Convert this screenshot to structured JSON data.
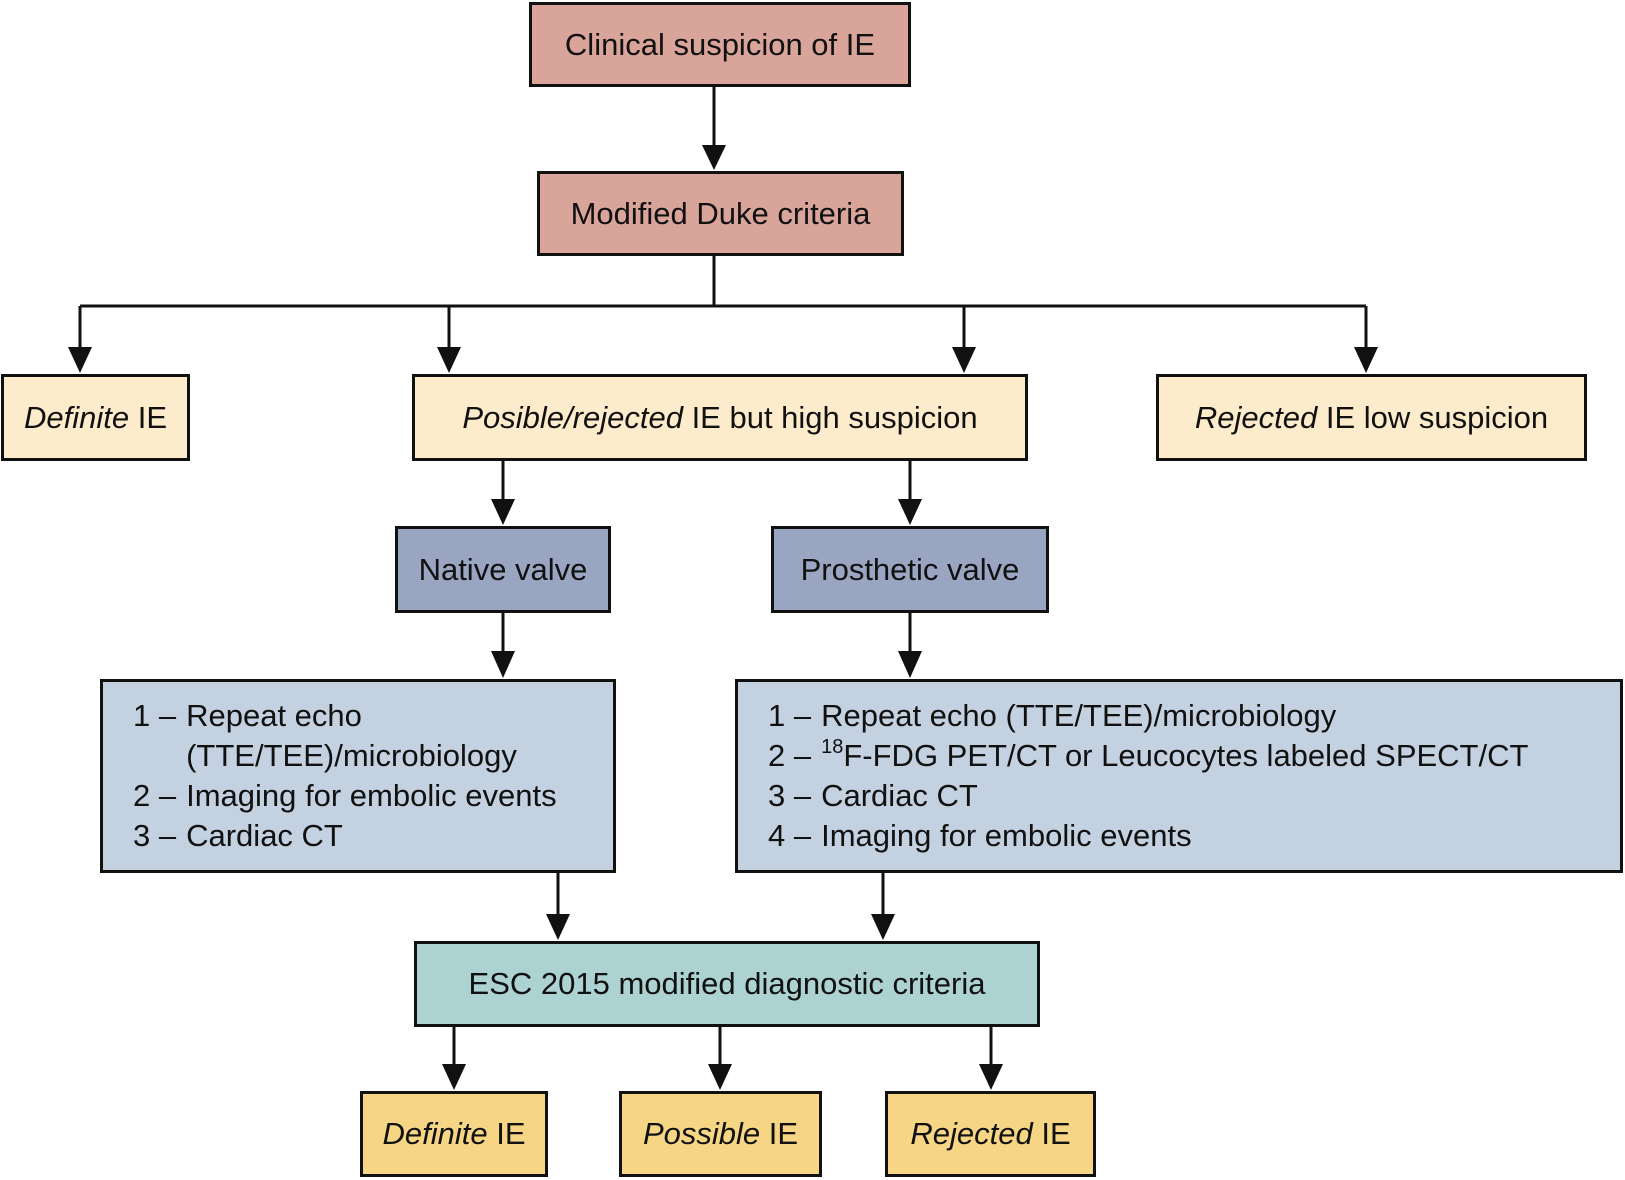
{
  "nodes": {
    "clinical_suspicion": "Clinical suspicion of IE",
    "modified_duke": "Modified Duke criteria",
    "definite_top": {
      "italic": "Definite",
      "rest": "IE"
    },
    "possible_rejected_high": {
      "italic": "Posible/rejected",
      "rest": "IE but high suspicion"
    },
    "rejected_low": {
      "italic": "Rejected",
      "rest": "IE low suspicion"
    },
    "native_valve": "Native valve",
    "prosthetic_valve": "Prosthetic valve",
    "native_steps": [
      {
        "num": "1 –",
        "text": "Repeat echo",
        "text2": "(TTE/TEE)/microbiology"
      },
      {
        "num": "2 –",
        "text": "Imaging for embolic events"
      },
      {
        "num": "3 –",
        "text": "Cardiac CT"
      }
    ],
    "prosthetic_steps": [
      {
        "num": "1 –",
        "text": "Repeat echo (TTE/TEE)/microbiology"
      },
      {
        "num": "2 –",
        "sup": "18",
        "text": "F-FDG PET/CT or Leucocytes labeled SPECT/CT"
      },
      {
        "num": "3 –",
        "text": "Cardiac CT"
      },
      {
        "num": "4 –",
        "text": "Imaging for embolic events"
      }
    ],
    "esc_2015": "ESC 2015 modified diagnostic criteria",
    "definite_bottom": {
      "italic": "Definite",
      "rest": "IE"
    },
    "possible_bottom": {
      "italic": "Possible",
      "rest": "IE"
    },
    "rejected_bottom": {
      "italic": "Rejected",
      "rest": "IE"
    }
  },
  "colors": {
    "rose": "#d9a59b",
    "cream": "#fdeccb",
    "slate": "#9aa5c1",
    "steel": "#c3d1e1",
    "teal": "#acd2d2",
    "gold": "#f6d585"
  }
}
